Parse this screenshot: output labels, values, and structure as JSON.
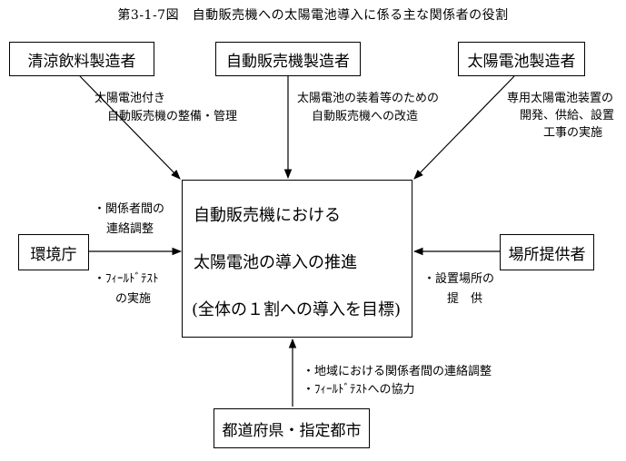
{
  "title": "第3-1-7図　自動販売機への太陽電池導入に係る主な関係者の役割",
  "boxes": {
    "soft_drink": "清涼飲料製造者",
    "vending": "自動販売機製造者",
    "solar": "太陽電池製造者",
    "environment": "環境庁",
    "site": "場所提供者",
    "prefecture": "都道府県・指定都市"
  },
  "center": {
    "line1": "自動販売機における",
    "line2": "太陽電池の導入の推進",
    "line3": "(全体の１割への導入を目標)"
  },
  "labels": {
    "soft_drink": [
      "太陽電池付き",
      "自動販売機の整備・管理"
    ],
    "vending": [
      "太陽電池の装着等のための",
      "自動販売機への改造"
    ],
    "solar": [
      "専用太陽電池装置の",
      "開発、供給、設置",
      "工事の実施"
    ],
    "environment_top": [
      "・関係者間の",
      "連絡調整"
    ],
    "environment_bottom": [
      "・ﾌｨｰﾙﾄﾞﾃｽﾄ",
      "の実施"
    ],
    "site": [
      "・設置場所の",
      "提　供"
    ],
    "prefecture": [
      "・地域における関係者間の連絡調整",
      "・ﾌｨｰﾙﾄﾞﾃｽﾄへの協力"
    ]
  }
}
